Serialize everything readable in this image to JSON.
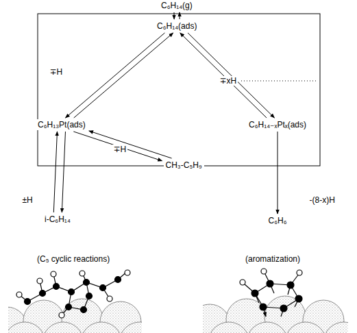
{
  "diagram": {
    "nodes": [
      {
        "text": [
          "C₆H₁₄(g)"
        ]
      },
      {
        "text": [
          "C₆H₁₄(ads)"
        ]
      },
      {
        "text": [
          "C₆H₁₃Pt(ads)"
        ]
      },
      {
        "text": [
          "C₆H₁₄₋ₓPtₓ(ads)"
        ]
      },
      {
        "text": [
          "CH₃-C₅H₉"
        ]
      },
      {
        "text": [
          "i-C₆H₁₄"
        ]
      },
      {
        "text": [
          "C₆H₆"
        ]
      }
    ],
    "edges": [
      {
        "from": 0,
        "to": 1,
        "arrow": "to"
      },
      {
        "from": 1,
        "to": 0,
        "arrow": "to"
      },
      {
        "from": 1,
        "to": 2,
        "arrow": "to",
        "label": "∓H"
      },
      {
        "from": 2,
        "to": 1,
        "arrow": "to"
      },
      {
        "from": 1,
        "to": 3,
        "arrow": "to",
        "label": "∓xH"
      },
      {
        "from": 3,
        "to": 1,
        "arrow": "to"
      },
      {
        "from": 2,
        "to": 4,
        "arrow": "to",
        "label": "∓H"
      },
      {
        "from": 4,
        "to": 2,
        "arrow": "to"
      },
      {
        "from": 2,
        "to": 5,
        "arrow": "to",
        "label": "±H"
      },
      {
        "from": 5,
        "to": 2,
        "arrow": "to"
      },
      {
        "from": 3,
        "to": 6,
        "arrow": "to",
        "label": "-(8-x)H"
      }
    ],
    "labels": [
      "(C₅ cyclic reactions)",
      "(aromatization)"
    ]
  }
}
